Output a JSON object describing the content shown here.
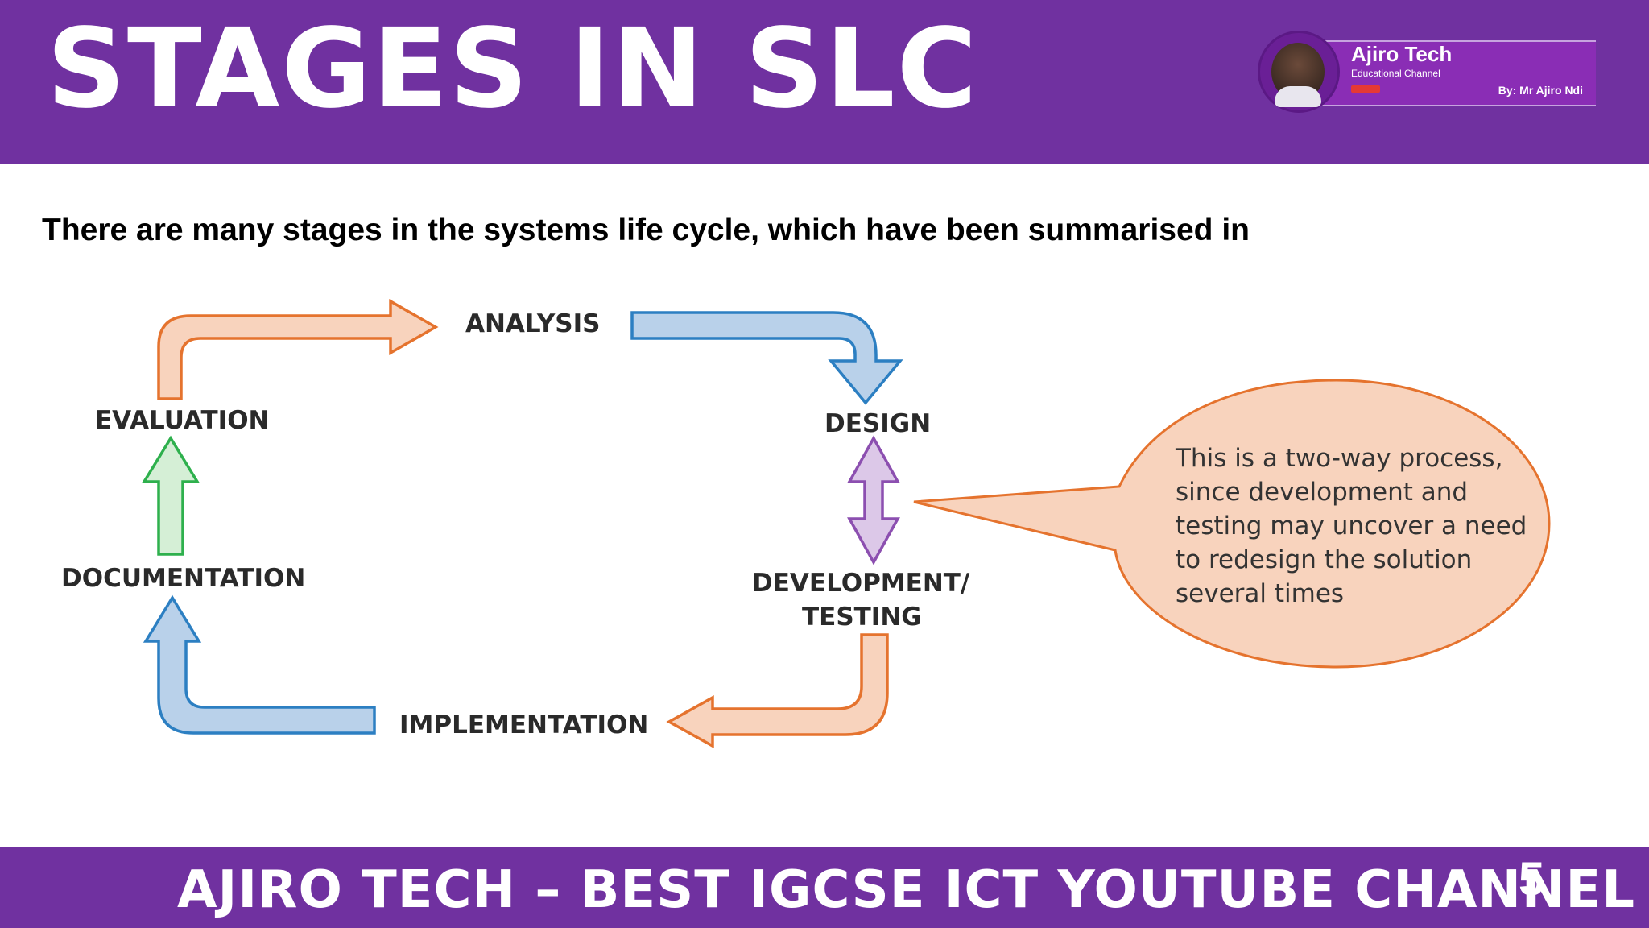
{
  "header": {
    "title": "STAGES IN SLC",
    "badge": {
      "name": "Ajiro Tech",
      "subtitle": "Educational Channel",
      "author": "By: Mr Ajiro Ndi"
    }
  },
  "intro": "There are many stages in the systems life cycle, which have been summarised in",
  "diagram": {
    "stages": {
      "analysis": "ANALYSIS",
      "design": "DESIGN",
      "development_line1": "DEVELOPMENT/",
      "development_line2": "TESTING",
      "implementation": "IMPLEMENTATION",
      "documentation": "DOCUMENTATION",
      "evaluation": "EVALUATION"
    },
    "callout": "This is a two-way process, since development and testing may uncover a need to redesign the solution several times",
    "colors": {
      "orange_stroke": "#e5732e",
      "orange_fill": "#f8d3bd",
      "blue_stroke": "#2c7fc2",
      "blue_fill": "#b9d1ea",
      "purple_stroke": "#8c4fb0",
      "purple_fill": "#dcc8e8",
      "green_stroke": "#2eb04d",
      "green_fill": "#d5efd6"
    }
  },
  "footer": {
    "text": "AJIRO TECH – BEST IGCSE ICT YOUTUBE CHANNEL",
    "page": "5"
  }
}
